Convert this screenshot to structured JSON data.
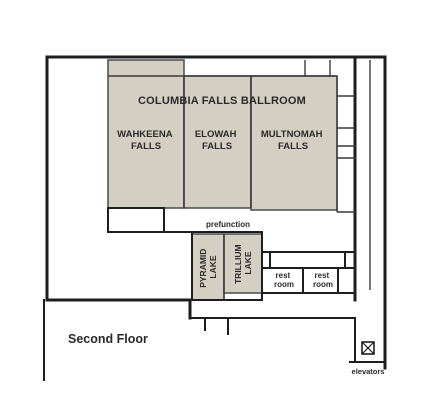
{
  "floor_label": "Second Floor",
  "ballroom": {
    "name": "COLUMBIA FALLS BALLROOM",
    "sections": [
      {
        "line1": "WAHKEENA",
        "line2": "FALLS"
      },
      {
        "line1": "ELOWAH",
        "line2": "FALLS"
      },
      {
        "line1": "MULTNOMAH",
        "line2": "FALLS"
      }
    ]
  },
  "prefunction": "prefunction",
  "lakes": [
    {
      "line1": "PYRAMID",
      "line2": "LAKE"
    },
    {
      "line1": "TRILLIUM",
      "line2": "LAKE"
    }
  ],
  "restrooms": [
    {
      "line1": "rest",
      "line2": "room"
    },
    {
      "line1": "rest",
      "line2": "room"
    }
  ],
  "elevators": {
    "label": "elevators",
    "icon": "elevator-icon"
  },
  "colors": {
    "room_fill": "#d3cfc2",
    "wall": "#1e1e1e",
    "background": "#ffffff"
  }
}
